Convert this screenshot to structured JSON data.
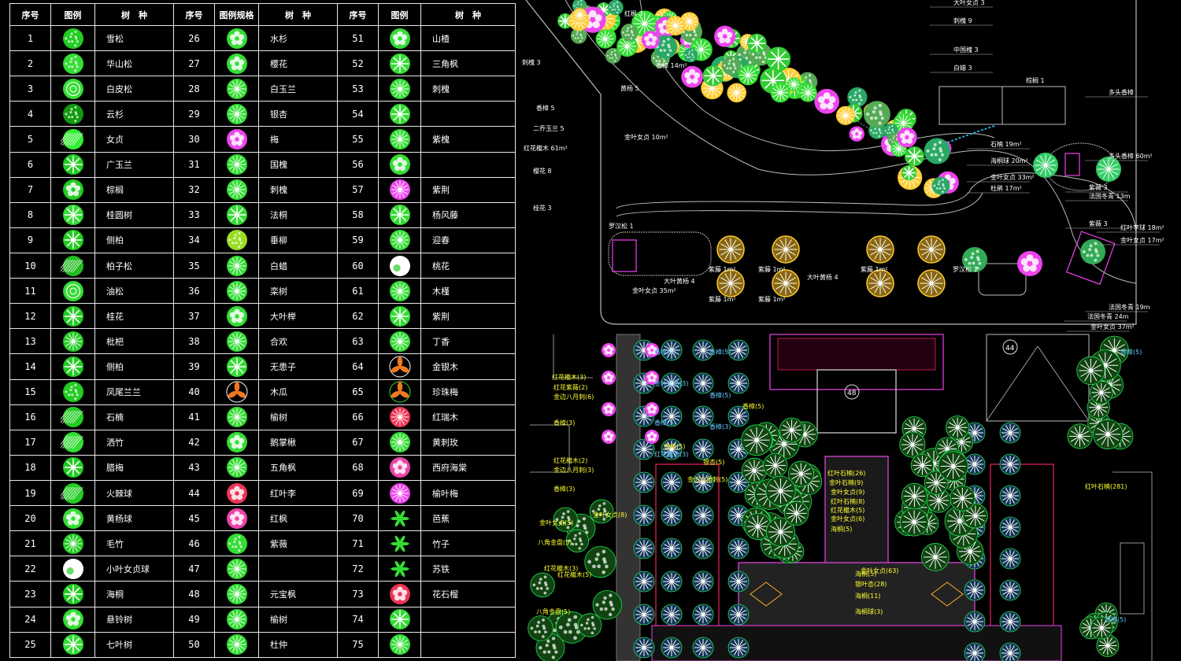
{
  "legend": {
    "headers": [
      "序号",
      "图例",
      "树　种",
      "序号",
      "图例规格",
      "树　种",
      "序号",
      "图例",
      "树　种"
    ],
    "rows": [
      {
        "n": "1",
        "name": "雪松",
        "color": "#22cc22",
        "style": "dense"
      },
      {
        "n": "2",
        "name": "华山松",
        "color": "#33dd33",
        "style": "dense"
      },
      {
        "n": "3",
        "name": "白皮松",
        "color": "#33dd33",
        "style": "rings"
      },
      {
        "n": "4",
        "name": "云杉",
        "color": "#119911",
        "style": "dense"
      },
      {
        "n": "5",
        "name": "女贞",
        "color": "#33ee33",
        "style": "hatch"
      },
      {
        "n": "6",
        "name": "广玉兰",
        "color": "#22cc22",
        "style": "star"
      },
      {
        "n": "7",
        "name": "棕榈",
        "color": "#22cc22",
        "style": "petal"
      },
      {
        "n": "8",
        "name": "桂圆树",
        "color": "#33dd33",
        "style": "star"
      },
      {
        "n": "9",
        "name": "侧柏",
        "color": "#22cc22",
        "style": "star"
      },
      {
        "n": "10",
        "name": "柏子松",
        "color": "#22bb22",
        "style": "hatch"
      },
      {
        "n": "11",
        "name": "油松",
        "color": "#33dd33",
        "style": "rings"
      },
      {
        "n": "12",
        "name": "桂花",
        "color": "#22cc22",
        "style": "star"
      },
      {
        "n": "13",
        "name": "枇杷",
        "color": "#22cc22",
        "style": "spoke"
      },
      {
        "n": "14",
        "name": "侧柏",
        "color": "#22cc22",
        "style": "star"
      },
      {
        "n": "15",
        "name": "凤尾兰兰",
        "color": "#22cc22",
        "style": "dense"
      },
      {
        "n": "16",
        "name": "石楠",
        "color": "#22cc22",
        "style": "hatch"
      },
      {
        "n": "17",
        "name": "洒竹",
        "color": "#33dd33",
        "style": "hatch"
      },
      {
        "n": "18",
        "name": "腊梅",
        "color": "#22cc22",
        "style": "star"
      },
      {
        "n": "19",
        "name": "火棘球",
        "color": "#22cc22",
        "style": "hatch"
      },
      {
        "n": "20",
        "name": "黄杨球",
        "color": "#33dd33",
        "style": "petal"
      },
      {
        "n": "21",
        "name": "毛竹",
        "color": "#22cc22",
        "style": "spoke"
      },
      {
        "n": "22",
        "name": "小叶女贞球",
        "color": "#ffffff",
        "style": "white"
      },
      {
        "n": "23",
        "name": "海桐",
        "color": "#22cc22",
        "style": "star"
      },
      {
        "n": "24",
        "name": "悬铃树",
        "color": "#33dd33",
        "style": "petal"
      },
      {
        "n": "25",
        "name": "七叶树",
        "color": "#33dd33",
        "style": "star"
      },
      {
        "n": "26",
        "name": "水杉",
        "color": "#33dd33",
        "style": "petal"
      },
      {
        "n": "27",
        "name": "樱花",
        "color": "#33dd33",
        "style": "petal"
      },
      {
        "n": "28",
        "name": "白玉兰",
        "color": "#33dd33",
        "style": "spoke"
      },
      {
        "n": "29",
        "name": "银杏",
        "color": "#33dd33",
        "style": "spoke"
      },
      {
        "n": "30",
        "name": "梅",
        "color": "#ee44ee",
        "style": "petal"
      },
      {
        "n": "31",
        "name": "国槐",
        "color": "#33dd33",
        "style": "spoke"
      },
      {
        "n": "32",
        "name": "刺槐",
        "color": "#33dd33",
        "style": "spoke"
      },
      {
        "n": "33",
        "name": "法桐",
        "color": "#33dd33",
        "style": "star"
      },
      {
        "n": "34",
        "name": "垂柳",
        "color": "#99dd22",
        "style": "dense"
      },
      {
        "n": "35",
        "name": "白蜡",
        "color": "#33dd33",
        "style": "spoke"
      },
      {
        "n": "36",
        "name": "栾树",
        "color": "#33dd33",
        "style": "spoke"
      },
      {
        "n": "37",
        "name": "大叶榉",
        "color": "#33dd33",
        "style": "petal"
      },
      {
        "n": "38",
        "name": "合欢",
        "color": "#33dd33",
        "style": "spoke"
      },
      {
        "n": "39",
        "name": "无患子",
        "color": "#33dd33",
        "style": "star"
      },
      {
        "n": "40",
        "name": "木瓜",
        "color": "#ffffff",
        "style": "tri"
      },
      {
        "n": "41",
        "name": "榆树",
        "color": "#33dd33",
        "style": "spoke"
      },
      {
        "n": "42",
        "name": "鹅掌楸",
        "color": "#33dd33",
        "style": "petal"
      },
      {
        "n": "43",
        "name": "五角枫",
        "color": "#33dd33",
        "style": "spoke"
      },
      {
        "n": "44",
        "name": "红叶李",
        "color": "#ee3355",
        "style": "petal"
      },
      {
        "n": "45",
        "name": "红枫",
        "color": "#ee44aa",
        "style": "petal"
      },
      {
        "n": "46",
        "name": "紫薇",
        "color": "#33dd33",
        "style": "dense"
      },
      {
        "n": "47",
        "name": "",
        "color": "#33dd33",
        "style": "spoke"
      },
      {
        "n": "48",
        "name": "元宝枫",
        "color": "#33dd33",
        "style": "spoke"
      },
      {
        "n": "49",
        "name": "榆树",
        "color": "#33dd33",
        "style": "spoke"
      },
      {
        "n": "50",
        "name": "杜仲",
        "color": "#33dd33",
        "style": "spoke"
      },
      {
        "n": "51",
        "name": "山楂",
        "color": "#33dd33",
        "style": "petal"
      },
      {
        "n": "52",
        "name": "三角枫",
        "color": "#33dd33",
        "style": "star"
      },
      {
        "n": "53",
        "name": "刺槐",
        "color": "#33dd33",
        "style": "spoke"
      },
      {
        "n": "54",
        "name": "",
        "color": "#33dd33",
        "style": "star"
      },
      {
        "n": "55",
        "name": "紫槐",
        "color": "#33dd33",
        "style": "spoke"
      },
      {
        "n": "56",
        "name": "",
        "color": "#33dd33",
        "style": "petal"
      },
      {
        "n": "57",
        "name": "紫荆",
        "color": "#ee44ee",
        "style": "spoke"
      },
      {
        "n": "58",
        "name": "杨风藤",
        "color": "#33dd33",
        "style": "star"
      },
      {
        "n": "59",
        "name": "迎春",
        "color": "#33dd33",
        "style": "spoke"
      },
      {
        "n": "60",
        "name": "桃花",
        "color": "#ffffff",
        "style": "white"
      },
      {
        "n": "61",
        "name": "木槿",
        "color": "#33dd33",
        "style": "spoke"
      },
      {
        "n": "62",
        "name": "紫荆",
        "color": "#33dd33",
        "style": "star"
      },
      {
        "n": "63",
        "name": "丁香",
        "color": "#33dd33",
        "style": "spoke"
      },
      {
        "n": "64",
        "name": "金银木",
        "color": "#ffffff",
        "style": "tri"
      },
      {
        "n": "65",
        "name": "珍珠梅",
        "color": "#33dd33",
        "style": "tri"
      },
      {
        "n": "66",
        "name": "红瑞木",
        "color": "#ee3355",
        "style": "spoke"
      },
      {
        "n": "67",
        "name": "黄刺玫",
        "color": "#33dd33",
        "style": "spoke"
      },
      {
        "n": "68",
        "name": "西府海棠",
        "color": "#ee44aa",
        "style": "petal"
      },
      {
        "n": "69",
        "name": "榆叶梅",
        "color": "#ee44ee",
        "style": "spoke"
      },
      {
        "n": "70",
        "name": "芭蕉",
        "color": "#33dd33",
        "style": "leaf"
      },
      {
        "n": "71",
        "name": "竹子",
        "color": "#33dd33",
        "style": "sprig"
      },
      {
        "n": "72",
        "name": "苏铁",
        "color": "#33dd33",
        "style": "leaf"
      },
      {
        "n": "73",
        "name": "花石榴",
        "color": "#ee3355",
        "style": "petal"
      },
      {
        "n": "74",
        "name": "",
        "color": "#33dd33",
        "style": "star"
      },
      {
        "n": "75",
        "name": "",
        "color": "#33dd33",
        "style": "spoke"
      }
    ]
  },
  "plan_top": {
    "labels_right": [
      "大叶女贞 3",
      "刺槐 9",
      "中国槐 3",
      "白蜡 3",
      "多头香樟",
      "石楠 19m²",
      "多头香樟 60m²",
      "海桐球 20m²",
      "金叶女贞 33m²",
      "杜鹃 17m²",
      "紫薇 3",
      "法国冬青 13m",
      "紫薇 3",
      "红叶李球 18m²",
      "金叶女贞 17m²",
      "法国冬青 24m",
      "金叶女贞 37m²",
      "法国冬青 19m"
    ],
    "labels_left": [
      "刺槐 3",
      "香樟 5",
      "二乔玉兰 5",
      "红花檵木 61m²",
      "樱花 8",
      "桂花 3",
      "罗汉松 1",
      "金叶女贞 35m²",
      "大叶黄杨 4",
      "紫藤 1m²",
      "紫藤 1m²",
      "紫藤 1m²",
      "紫藤 1m²",
      "大叶黄杨 4",
      "紫藤 1m²",
      "红枫 3",
      "黄杨 5",
      "金叶女贞 10m²",
      "香樟 14m²",
      "罗汉松 1",
      "棕榈 1"
    ],
    "grid_tag": "44"
  },
  "plan_bottom": {
    "center_tag": "48",
    "labels_yellow": [
      "红花檵木(3)",
      "红花紫薇(2)",
      "金边八月刺(6)",
      "香樟(3)",
      "红花檵木(2)",
      "金边八月刺(3)",
      "香樟(3)",
      "金叶女贞(5)",
      "八角金盘(5)",
      "红花檵木(3)",
      "红花檵木(5)",
      "金边八角刺(5)",
      "金叶女贞(8)",
      "红叶石楠(26)",
      "金叶石楠(9)",
      "金叶女贞(9)",
      "红叶石楠(8)",
      "红花檵木(5)",
      "金叶女贞(6)",
      "海桐(5)",
      "海桐(5)",
      "海桐(11)",
      "海桐球(3)",
      "金叶女贞(63)",
      "香樟(5)",
      "香樟(5)",
      "银杏(5)",
      "八角金盘(5)",
      "银叶杏(28)",
      "红叶石楠(281)"
    ],
    "labels_cyan": [
      "香樟(3)",
      "香樟(5)",
      "金叶女贞(3)",
      "香樟(5)",
      "香樟(5)",
      "香樟(3)",
      "香樟(5)",
      "香樟(5)",
      "红花檵木(3)"
    ]
  }
}
